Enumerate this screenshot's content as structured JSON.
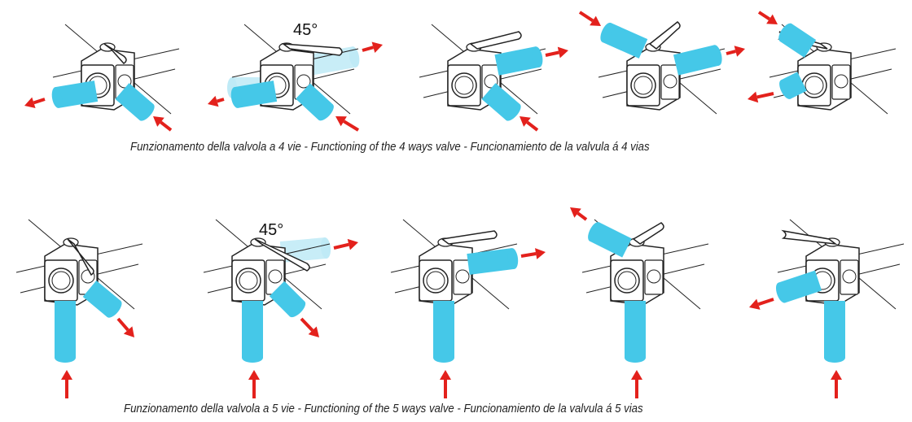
{
  "colors": {
    "pipe": "#45c8e8",
    "pipe_ghost": "#bfeaf6",
    "arrow": "#e3211c",
    "line": "#222222"
  },
  "row_4way": {
    "caption": "Funzionamento della valvola a 4 vie - Functioning of the 4 ways valve - Funcionamiento de la valvula á 4 vias",
    "angle_label": "45°"
  },
  "row_5way": {
    "caption": "Funzionamento della valvola a 5 vie - Functioning of the 5 ways valve - Funcionamiento de la valvula á 5 vias",
    "angle_label": "45°"
  }
}
